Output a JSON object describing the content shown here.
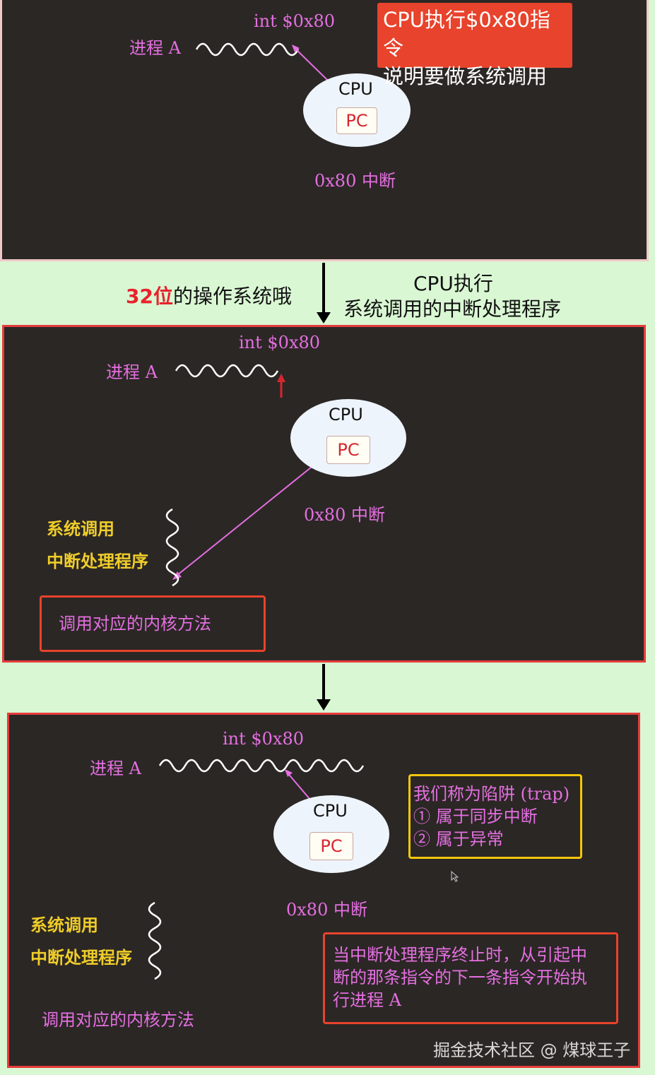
{
  "panel1": {
    "process_label": "进程 A",
    "instruction": "int $0x80",
    "cpu": "CPU",
    "pc": "PC",
    "interrupt_label": "0x80 中断",
    "callout_line1": "CPU执行$0x80指令",
    "callout_line2": "说明要做系统调用"
  },
  "between1": {
    "left_highlight": "32位",
    "left_rest": "的操作系统哦",
    "right_line1": "CPU执行",
    "right_line2": "系统调用的中断处理程序"
  },
  "panel2": {
    "process_label": "进程 A",
    "instruction": "int $0x80",
    "cpu": "CPU",
    "pc": "PC",
    "interrupt_label": "0x80 中断",
    "handler_line1": "系统调用",
    "handler_line2": "中断处理程序",
    "kernel_method": "调用对应的内核方法"
  },
  "panel3": {
    "process_label": "进程 A",
    "instruction": "int $0x80",
    "cpu": "CPU",
    "pc": "PC",
    "interrupt_label": "0x80 中断",
    "handler_line1": "系统调用",
    "handler_line2": "中断处理程序",
    "kernel_method": "调用对应的内核方法",
    "trap_line1": "我们称为陷阱 (trap)",
    "trap_line2": "① 属于同步中断",
    "trap_line3": "② 属于异常",
    "return_line1": "当中断处理程序终止时，从引起中",
    "return_line2": "断的那条指令的下一条指令开始执",
    "return_line3": "行进程 A"
  },
  "watermark": "掘金技术社区 @ 煤球王子",
  "colors": {
    "panel_bg": "#2b2725",
    "page_bg": "#d9f7d3",
    "pink": "#e46fe0",
    "yellow": "#efcd2a",
    "red_border": "#e63c3c",
    "yellow_border": "#f3c70c"
  }
}
